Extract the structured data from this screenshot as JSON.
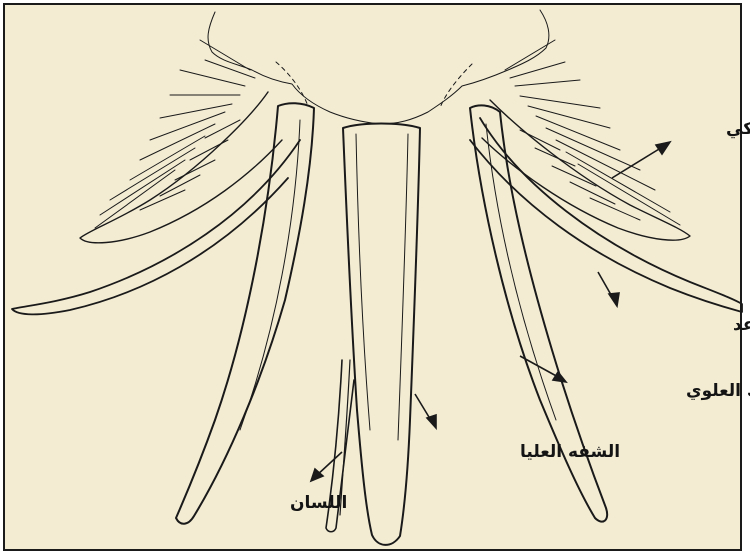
{
  "labels": {
    "maxillary_palp": "اللمس الفكي",
    "maxilla": "الفك المساعد",
    "mandible": "الفك العلوي",
    "labrum": "الشفه العليا",
    "hypopharynx": "اللسان"
  },
  "colors": {
    "paper": "#f3ecd3",
    "ink": "#1a1a1a"
  }
}
